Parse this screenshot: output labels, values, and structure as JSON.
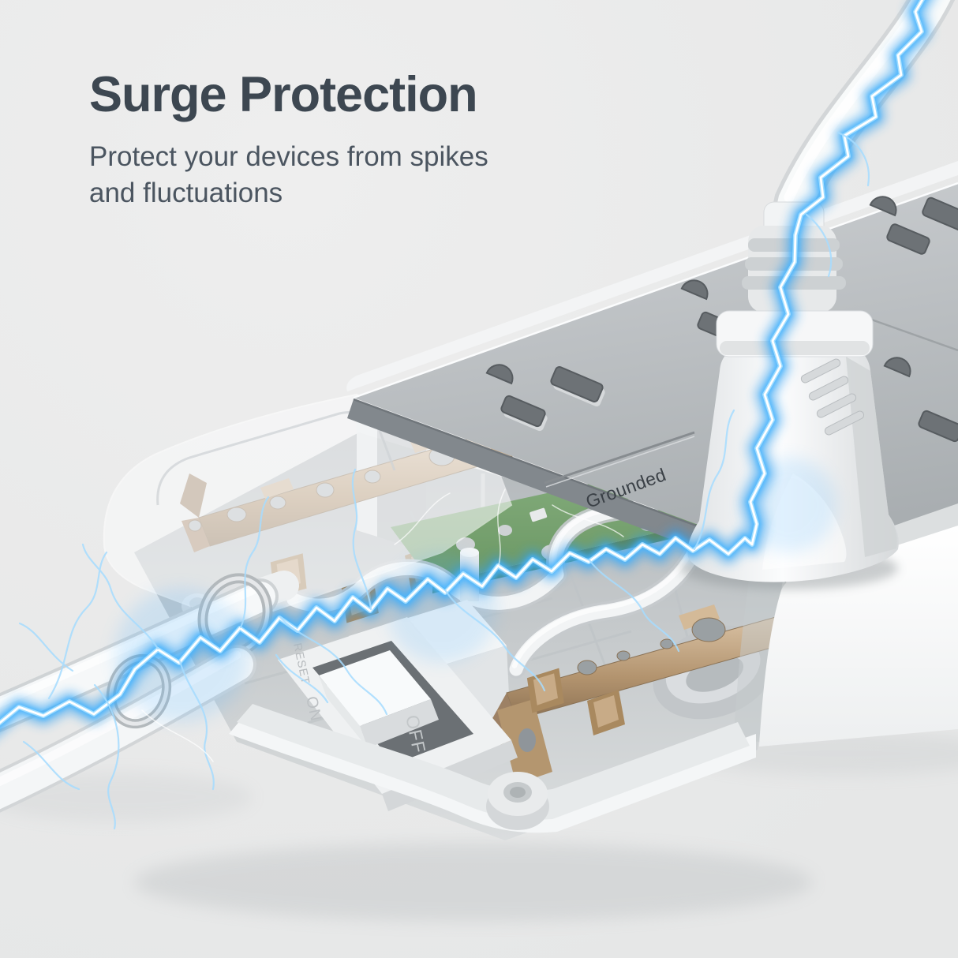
{
  "header": {
    "title": "Surge Protection",
    "subtitle_line1": "Protect your devices from spikes",
    "subtitle_line2": "and fluctuations"
  },
  "illustration": {
    "description": "Cutaway 3D render of a white surge-protector power strip: a plug with cord is inserted on the gray outlet face, a blue electric surge travels along the cord, through the internal copper busbars, PCB and breaker switch, and out the power cords on the left",
    "grounded_label": "Grounded",
    "breaker": {
      "reset_label": "RESET",
      "on_label": "ON",
      "off_label": "OFF"
    }
  },
  "colors": {
    "background": "#e9e9e9",
    "title_text": "#3d4751",
    "subtitle_text": "#4b5560",
    "outlet_face_gray": "#b5b9bc",
    "housing_white": "#f6f7f8",
    "copper_busbar": "#b3946f",
    "pcb_green": "#76a16f",
    "lightning_blue": "#2196f3",
    "lightning_core": "#ffffff"
  }
}
